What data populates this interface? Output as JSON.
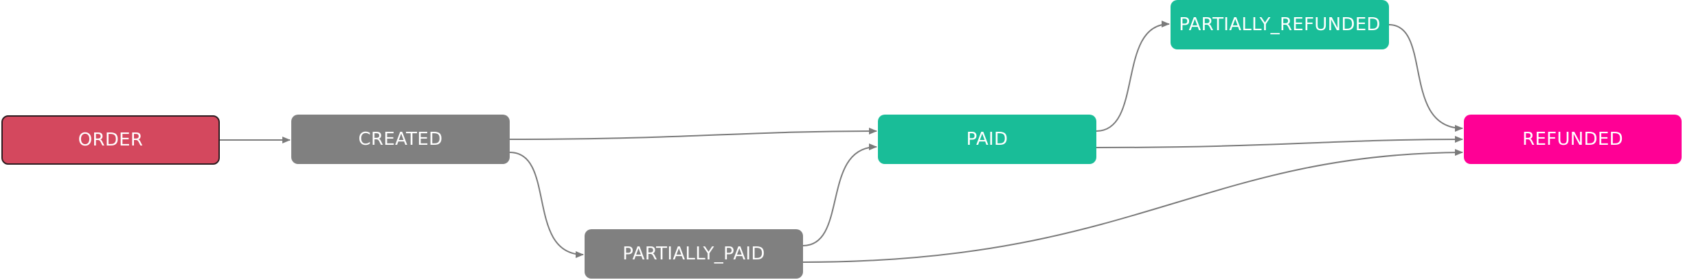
{
  "diagram": {
    "nodes": [
      {
        "id": "order",
        "label": "ORDER",
        "color": "#d4485e"
      },
      {
        "id": "created",
        "label": "CREATED",
        "color": "#808080"
      },
      {
        "id": "partially_paid",
        "label": "PARTIALLY_PAID",
        "color": "#808080"
      },
      {
        "id": "paid",
        "label": "PAID",
        "color": "#19bd98"
      },
      {
        "id": "partially_refunded",
        "label": "PARTIALLY_REFUNDED",
        "color": "#19bd98"
      },
      {
        "id": "refunded",
        "label": "REFUNDED",
        "color": "#ff0095"
      }
    ],
    "edges": [
      {
        "from": "order",
        "to": "created"
      },
      {
        "from": "created",
        "to": "paid"
      },
      {
        "from": "created",
        "to": "partially_paid"
      },
      {
        "from": "partially_paid",
        "to": "paid"
      },
      {
        "from": "partially_paid",
        "to": "refunded"
      },
      {
        "from": "paid",
        "to": "partially_refunded"
      },
      {
        "from": "paid",
        "to": "refunded"
      },
      {
        "from": "partially_refunded",
        "to": "refunded"
      }
    ],
    "edge_color": "#7a7a7a"
  }
}
